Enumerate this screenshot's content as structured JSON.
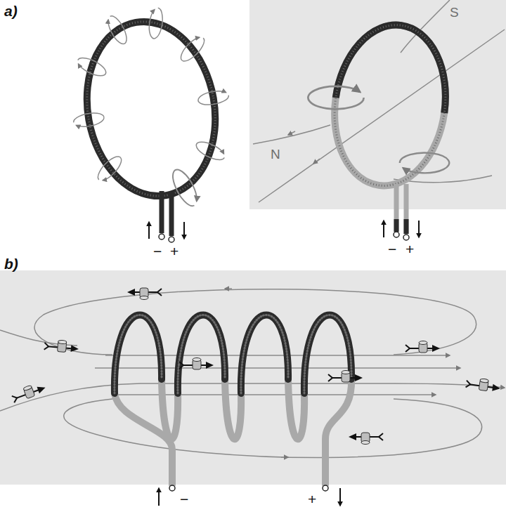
{
  "diagram": {
    "labels": [
      "a)",
      "S",
      "N",
      "−",
      "+",
      "−",
      "+",
      "b)",
      "−",
      "+"
    ]
  }
}
